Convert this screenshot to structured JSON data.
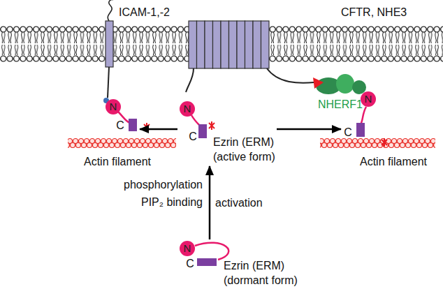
{
  "diagram": {
    "nodes": [
      {
        "text": [
          "N",
          "C"
        ]
      },
      {
        "text": [
          "N",
          "C",
          "Ezrin (ERM) (active form)"
        ]
      },
      {
        "text": [
          "N",
          "C"
        ]
      },
      {
        "text": [
          "N",
          "C",
          "Ezrin (ERM) (dormant form)"
        ]
      }
    ],
    "edges": [
      {
        "from": 1,
        "to": 0,
        "arrow": "to"
      },
      {
        "from": 1,
        "to": 2,
        "arrow": "to"
      },
      {
        "from": 3,
        "to": 1,
        "arrow": "to",
        "label": "activation"
      }
    ],
    "labels": [
      "ICAM-1,-2",
      "CFTR, NHE3",
      "Actin filament",
      "NHERF1",
      "Actin filament",
      "phosphorylation PIP₂ binding"
    ]
  }
}
